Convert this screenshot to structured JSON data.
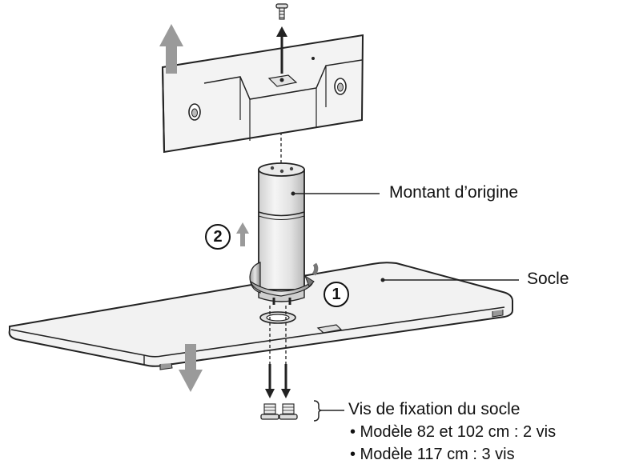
{
  "labels": {
    "upright": "Montant d’origine",
    "base": "Socle",
    "screws_title": "Vis de fixation du socle",
    "screws_item_1": "• Modèle 82 et 102 cm : 2 vis",
    "screws_item_2": "• Modèle 117 cm : 3 vis"
  },
  "steps": {
    "step_1": "1",
    "step_2": "2"
  },
  "colors": {
    "line": "#222222",
    "gray_arrow": "#9a9a9a",
    "light_fill": "#f4f4f4",
    "mid_fill": "#d8d8d8"
  }
}
